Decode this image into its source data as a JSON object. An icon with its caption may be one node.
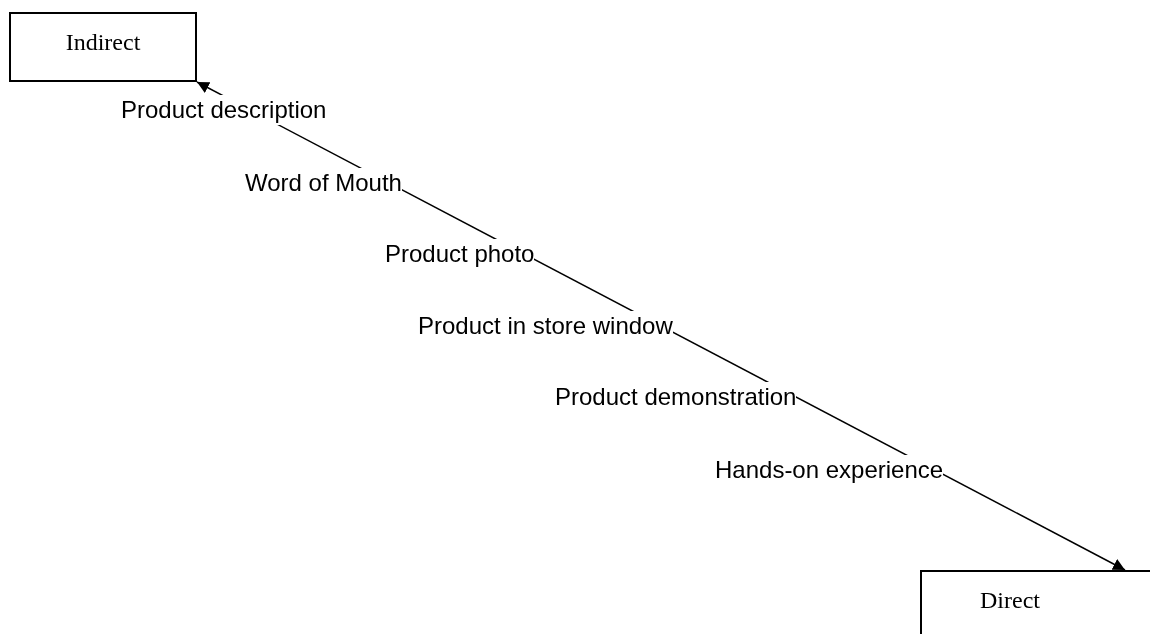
{
  "diagram": {
    "nodes": [
      {
        "text": [
          "Indirect"
        ]
      },
      {
        "text": [
          "Direct"
        ]
      }
    ],
    "edges": [
      {
        "from": 0,
        "to": 1,
        "arrow": "both"
      }
    ],
    "labels": [
      "Product description",
      "Word of Mouth",
      "Product photo",
      "Product in store window",
      "Product demonstration",
      "Hands-on experience"
    ]
  }
}
